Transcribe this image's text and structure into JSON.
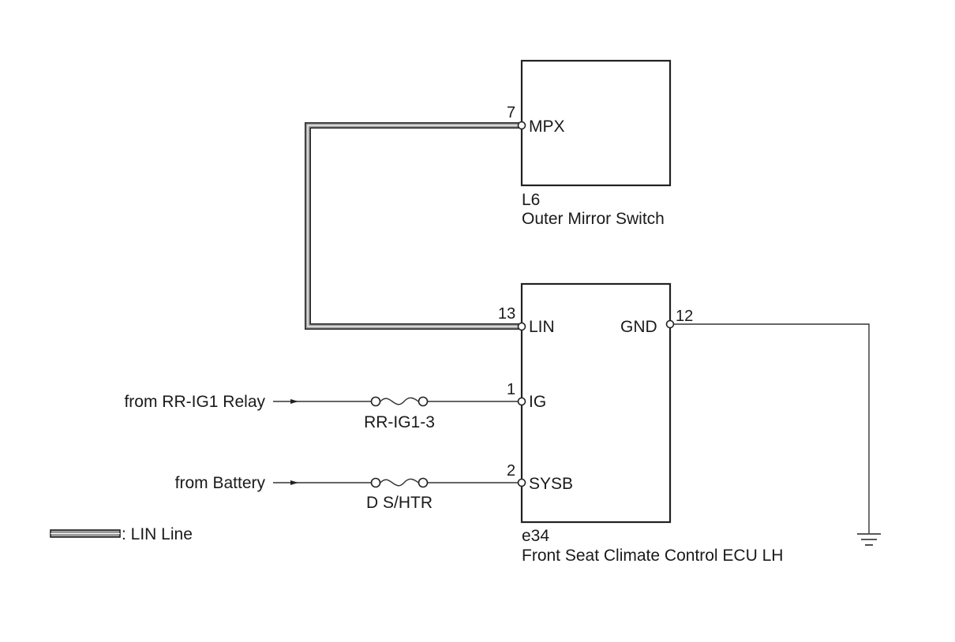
{
  "components": {
    "mirror_switch": {
      "connector": "L6",
      "name": "Outer Mirror Switch",
      "pins": [
        {
          "number": "7",
          "signal": "MPX"
        }
      ]
    },
    "seat_ecu": {
      "connector": "e34",
      "name": "Front Seat Climate Control ECU LH",
      "pins": [
        {
          "number": "13",
          "signal": "LIN"
        },
        {
          "number": "1",
          "signal": "IG"
        },
        {
          "number": "2",
          "signal": "SYSB"
        },
        {
          "number": "12",
          "signal": "GND"
        }
      ]
    }
  },
  "sources": {
    "ig": {
      "label": "from RR-IG1 Relay",
      "fuse": "RR-IG1-3"
    },
    "battery": {
      "label": "from Battery",
      "fuse": "D S/HTR"
    }
  },
  "legend": {
    "lin_line": ": LIN Line"
  },
  "colors": {
    "line": "#222222",
    "lin_fill": "#9a9a9a"
  }
}
